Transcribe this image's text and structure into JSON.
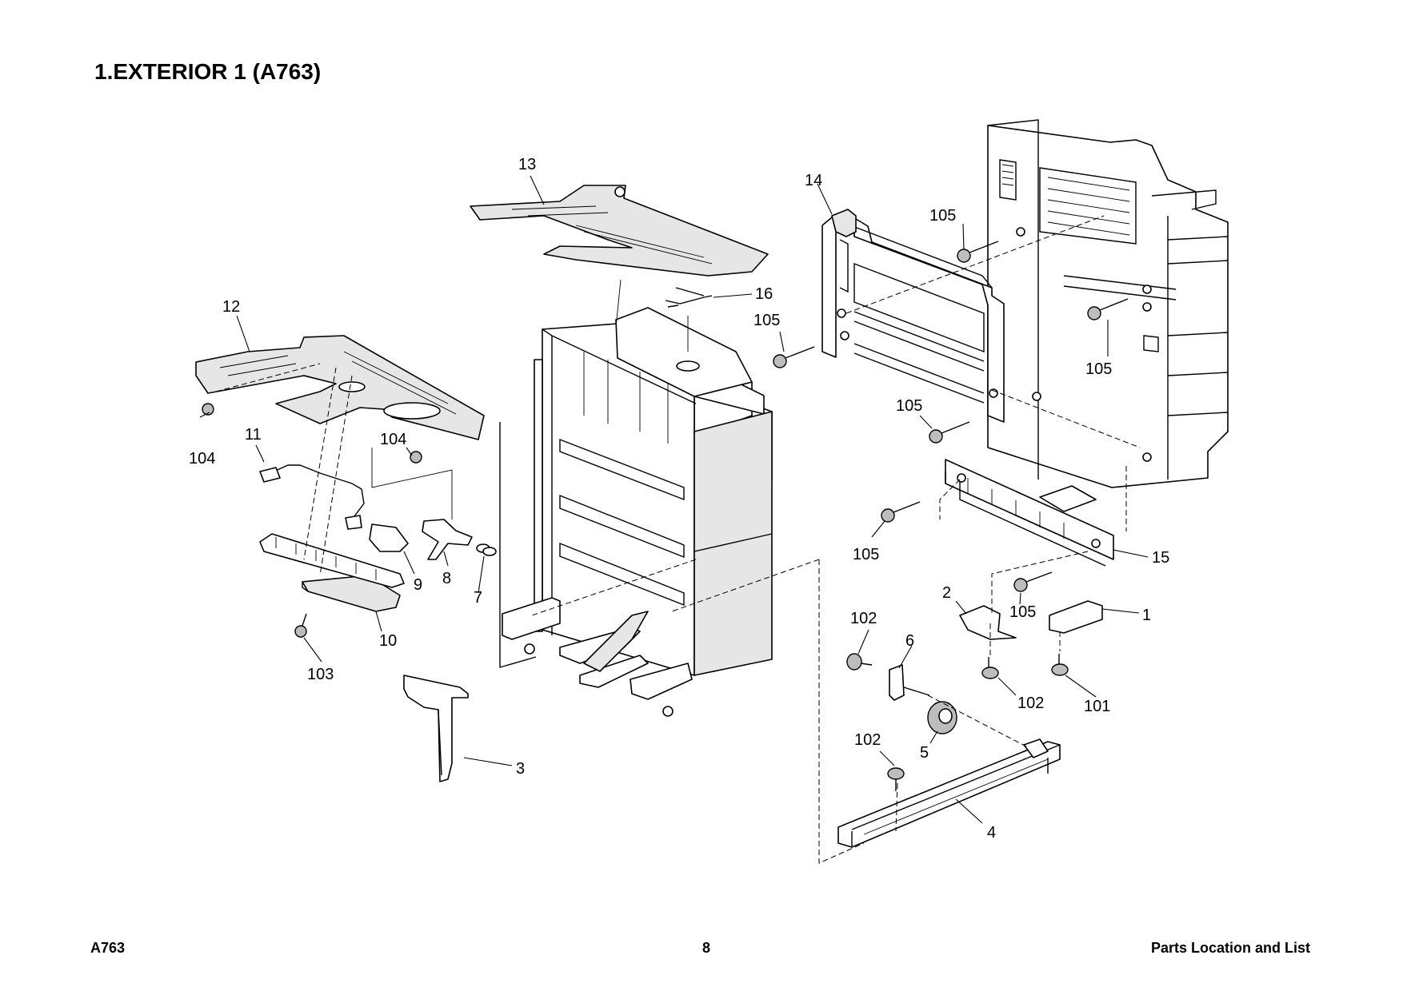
{
  "header": {
    "title": "1.EXTERIOR 1 (A763)"
  },
  "footer": {
    "left": "A763",
    "page": "8",
    "right": "Parts Location and List"
  },
  "callouts": {
    "p1": "1",
    "p2": "2",
    "p3": "3",
    "p4": "4",
    "p5": "5",
    "p6": "6",
    "p7": "7",
    "p8": "8",
    "p9": "9",
    "p10": "10",
    "p11": "11",
    "p12": "12",
    "p13": "13",
    "p14": "14",
    "p15": "15",
    "p16": "16",
    "p101": "101",
    "p102": "102",
    "p103": "103",
    "p104": "104",
    "p105": "105"
  }
}
